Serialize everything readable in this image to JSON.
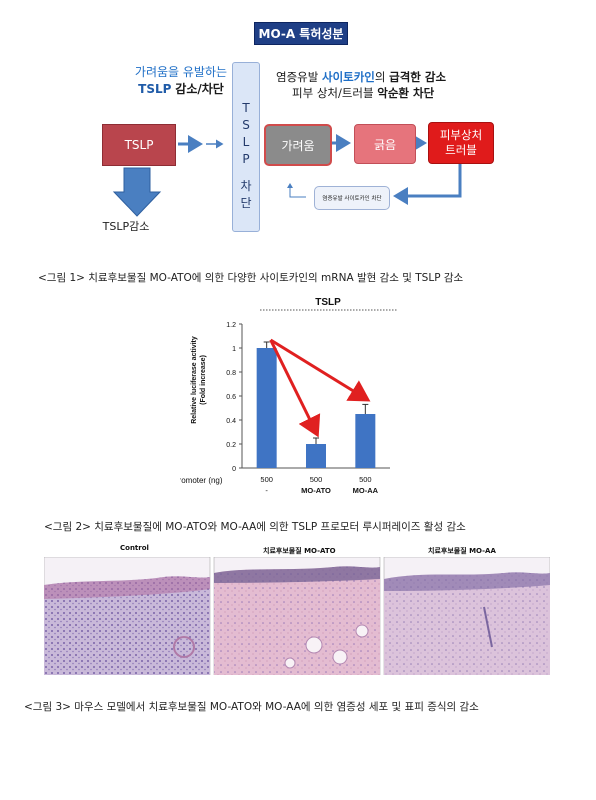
{
  "figure1": {
    "title": "MO-A 특허성분",
    "left_caption": {
      "line1": "가려움을 유발하는",
      "line2_bold": "TSLP",
      "line2_rest": "감소/차단"
    },
    "right_caption": {
      "line1_a": "염증유발 ",
      "line1_hl": "사이토카인",
      "line1_b": "의 ",
      "line1_bold": "급격한 감소",
      "line2_a": "피부 상처/트러블 ",
      "line2_bold": "악순환 차단"
    },
    "tslp_box": "TSLP",
    "vertical_bar": [
      "T",
      "S",
      "L",
      "P",
      "",
      "차",
      "단"
    ],
    "box_itch": "가려움",
    "box_scratch": "긁음",
    "box_damage_line1": "피부상처",
    "box_damage_line2": "트러블",
    "box_cytokine": "염증유발 사이토카인 차단",
    "tslp_reduction": "TSLP감소",
    "colors": {
      "navy": "#1f3f86",
      "red": "#e01b1b",
      "arrow_blue": "#4a7fc1"
    }
  },
  "caption1": "<그림 1> 치료후보물질 MO-ATO에 의한 다양한 사이토카인의 mRNA 발현 감소 및 TSLP 감소",
  "chart_data": {
    "type": "bar",
    "title": "TSLP",
    "ylabel": "Relative luciferase activity (Fold increase)",
    "ylim": [
      0,
      1.2
    ],
    "yticks": [
      "0",
      "0.2",
      "0.4",
      "0.6",
      "0.8",
      "1",
      "1.2"
    ],
    "row_label": "TSLP promoter (ng)",
    "categories": [
      "500",
      "500",
      "500"
    ],
    "sub_labels": [
      "-",
      "MO-ATO",
      "MO-AA"
    ],
    "values": [
      1.0,
      0.2,
      0.45
    ],
    "errors": [
      0.05,
      0.05,
      0.08
    ],
    "bar_color": "#3f74c4",
    "arrow_color": "#e02020"
  },
  "caption2": "<그림 2> 치료후보물질에 MO-ATO와 MO-AA에 의한 TSLP 프로모터 루시퍼레이즈 활성 감소",
  "figure3": {
    "panels": [
      "Control",
      "치료후보물질 MO-ATO",
      "치료후보물질 MO-AA"
    ]
  },
  "caption3": "<그림 3> 마우스 모델에서 치료후보물질 MO-ATO와 MO-AA에 의한 염증성 세포 및 표피 증식의 감소"
}
